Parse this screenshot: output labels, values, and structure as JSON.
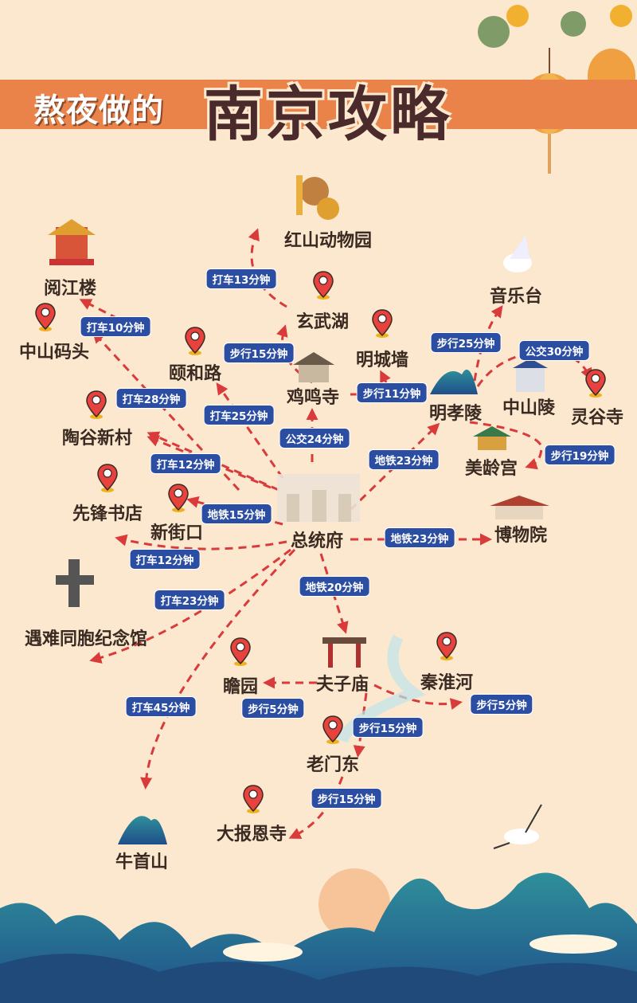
{
  "header": {
    "prefix": "熬夜做的",
    "title": "南京攻略"
  },
  "colors": {
    "background": "#fbe8cf",
    "band": "#e9834a",
    "label": "#2c4ea2",
    "route": "#d93a3a",
    "text": "#3b2a22"
  },
  "places": {
    "hongshan": "红山动物园",
    "yuejianglou": "阅江楼",
    "xuanwuhu": "玄武湖",
    "yinyuetai": "音乐台",
    "zhongshanmatou": "中山码头",
    "mingchengqiang": "明城墙",
    "yihelu": "颐和路",
    "jimingsi": "鸡鸣寺",
    "mingxiaoling": "明孝陵",
    "zhongshanling": "中山陵",
    "linggusi": "灵谷寺",
    "taoguxincun": "陶谷新村",
    "meilinggong": "美龄宫",
    "xianfeng": "先锋书店",
    "xinjiekou": "新街口",
    "zongtongfu": "总统府",
    "bowuyuan": "博物院",
    "jinianguan": "遇难同胞纪念馆",
    "fuzimiao": "夫子庙",
    "zhanyuan": "瞻园",
    "qinhuaihe": "秦淮河",
    "laomendong": "老门东",
    "dabaoensi": "大报恩寺",
    "niushoushan": "牛首山"
  },
  "routes": {
    "r1": "打车13分钟",
    "r2": "打车10分钟",
    "r3": "步行15分钟",
    "r4": "步行25分钟",
    "r5": "公交30分钟",
    "r6": "打车28分钟",
    "r7": "步行11分钟",
    "r8": "打车25分钟",
    "r9": "公交24分钟",
    "r10": "地铁23分钟",
    "r11": "打车12分钟",
    "r12": "步行19分钟",
    "r13": "地铁15分钟",
    "r14": "打车12分钟",
    "r15": "地铁23分钟",
    "r16": "打车23分钟",
    "r17": "地铁20分钟",
    "r18": "步行5分钟",
    "r19": "步行5分钟",
    "r20": "打车45分钟",
    "r21": "步行15分钟",
    "r22": "步行15分钟"
  },
  "icons": [
    "location-pin-icon",
    "pavilion-icon",
    "mountain-icon",
    "dove-icon",
    "lantern-icon",
    "crane-icon",
    "zoo-animals-icon"
  ]
}
